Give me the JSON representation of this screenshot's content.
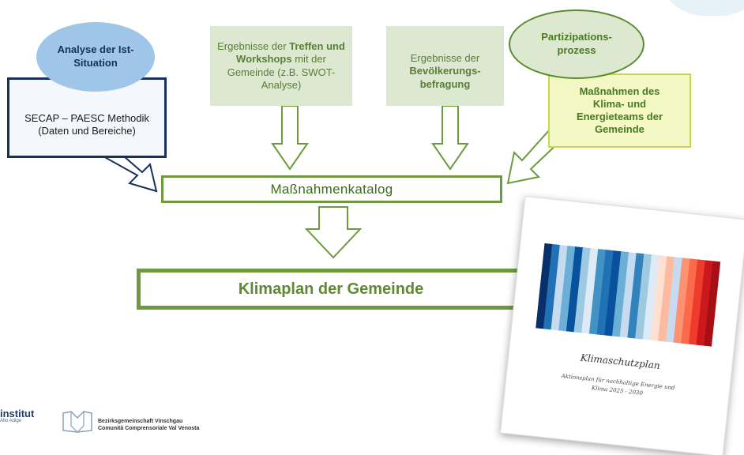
{
  "nodes": {
    "analyse": {
      "label": "Analyse der Ist-Situation"
    },
    "secap": {
      "label": "SECAP – PAESC Methodik (Daten und Bereiche)"
    },
    "treffen": {
      "pre": "Ergebnisse der ",
      "bold": "Treffen und Workshops",
      "post": " mit der Gemeinde (z.B. SWOT-Analyse)"
    },
    "bevoelkerung": {
      "pre": "Ergebnisse der ",
      "bold": "Bevölkerungs-befragung"
    },
    "partizipation": {
      "label": "Partizipations-prozess"
    },
    "massnahmen": {
      "label": "Maßnahmen des Klima- und Energieteams der Gemeinde"
    },
    "katalog": {
      "label": "Maßnahmenkatalog"
    },
    "klimaplan": {
      "label": "Klimaplan der Gemeinde"
    }
  },
  "document": {
    "title": "Klimaschutzplan",
    "subtitle": "Aktionsplan für nachhaltige Energie und Klima 2025 - 2030",
    "stripe_colors": [
      "#08306b",
      "#2171b5",
      "#c6dbef",
      "#6baed6",
      "#08519c",
      "#9ecae1",
      "#deebf7",
      "#4292c6",
      "#2171b5",
      "#08519c",
      "#6baed6",
      "#c6dbef",
      "#3182bd",
      "#9ecae1",
      "#deebf7",
      "#fee0d2",
      "#fcbba1",
      "#c6dbef",
      "#fc9272",
      "#fb6a4a",
      "#ef3b2c",
      "#cb181d",
      "#a50f15"
    ]
  },
  "logos": {
    "institut_name": "institut",
    "institut_sub": "Alto Adige",
    "bgm_line1": "Bezirksgemeinschaft Vinschgau",
    "bgm_line2": "Comunità Comprensoriale Val Venosta"
  },
  "colors": {
    "green_dark": "#6c9a3c",
    "green_light": "#dce8cf",
    "blue_dark": "#17305c",
    "blue_light": "#9fc5e8",
    "yellow": "#f2f7c4"
  }
}
